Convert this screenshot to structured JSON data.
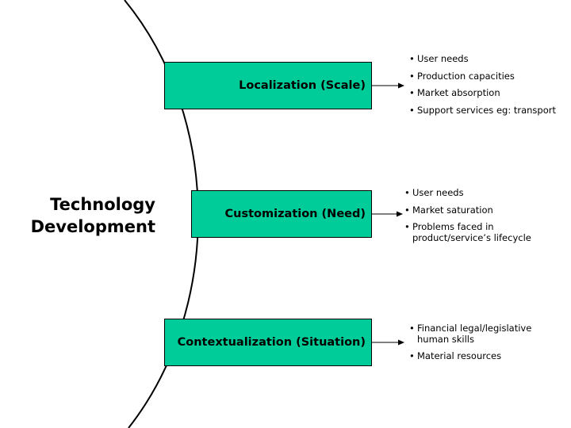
{
  "title": "Technology\nDevelopment",
  "stages": [
    {
      "label": "Localization (Scale)",
      "bullets": [
        "User needs",
        "Production capacities",
        "Market absorption",
        "Support services eg: transport"
      ]
    },
    {
      "label": "Customization (Need)",
      "bullets": [
        "User needs",
        "Market saturation",
        "Problems faced in product/service’s lifecycle"
      ]
    },
    {
      "label": "Contextualization (Situation)",
      "bullets": [
        "Financial legal/legislative human skills",
        "Material resources"
      ]
    }
  ],
  "colors": {
    "box_fill": "#00cc99",
    "outline": "#000000"
  }
}
